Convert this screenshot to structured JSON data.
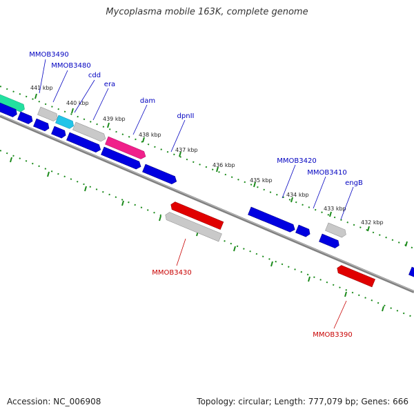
{
  "title": "Mycoplasma mobile 163K, complete genome",
  "footer": {
    "accession": "Accession: NC_006908",
    "summary": "Topology: circular; Length: 777,079 bp; Genes: 666"
  },
  "colors": {
    "background": "#ffffff",
    "backbone": "#808080",
    "ticks": "#1a8a1a",
    "gene_blue": "#0000e0",
    "gene_red": "#e00000",
    "gene_gray": "#bdbdbd",
    "gene_cyan": "#22c4e8",
    "gene_magenta": "#f0208a",
    "gene_teal": "#23e0a0",
    "label_forward": "#0000c0",
    "label_reverse": "#c80000"
  },
  "scale_ticks": [
    "441 kbp",
    "440 kbp",
    "439 kbp",
    "438 kbp",
    "437 kbp",
    "436 kbp",
    "435 kbp",
    "434 kbp",
    "433 kbp",
    "432 kbp"
  ],
  "forward_gene_labels": [
    "MMOB3490",
    "MMOB3480",
    "cdd",
    "era",
    "dam",
    "dpnII",
    "MMOB3420",
    "MMOB3410",
    "engB"
  ],
  "reverse_gene_labels": [
    "MMOB3430",
    "MMOB3390"
  ]
}
